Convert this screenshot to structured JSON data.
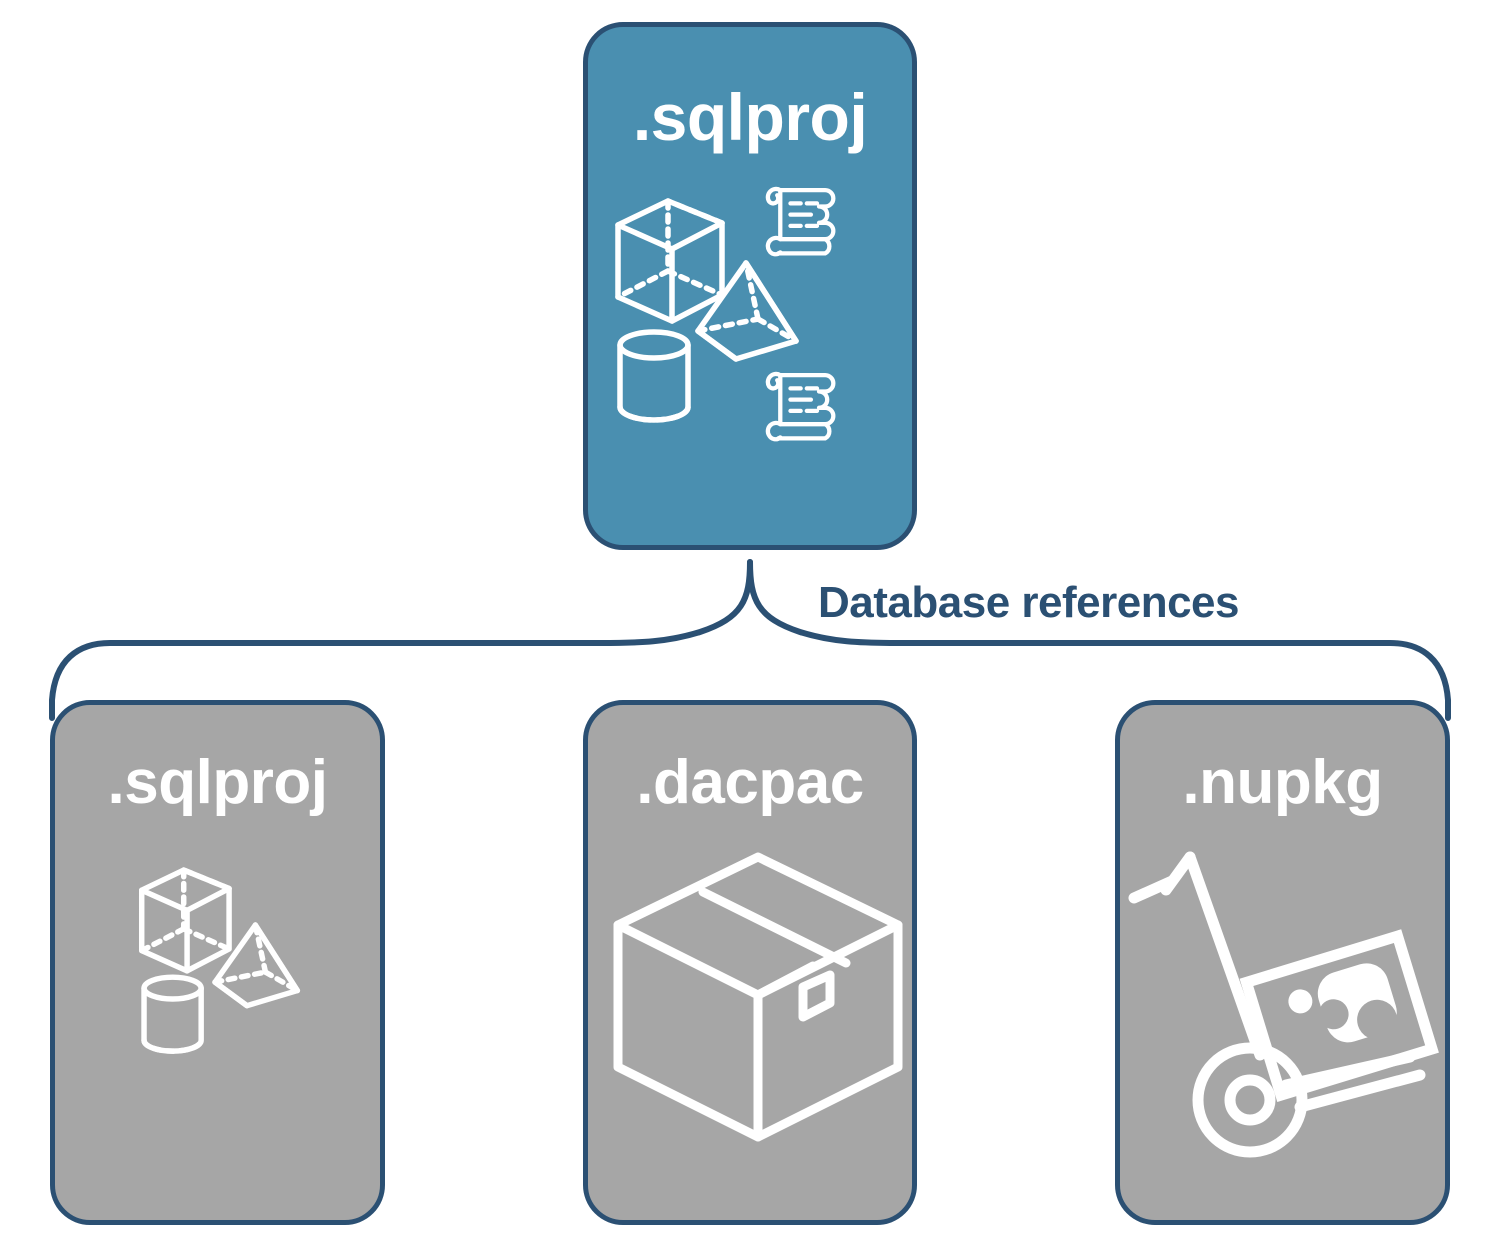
{
  "diagram": {
    "title": "Database references diagram",
    "colors": {
      "primary_fill": "#4a8fb0",
      "secondary_fill": "#a6a6a6",
      "border": "#2b5073",
      "label_text": "#2b5073",
      "card_text": "#ffffff",
      "background": "#ffffff"
    },
    "connector": {
      "type": "curly-brace",
      "label": "Database references",
      "orientation": "top-apex"
    },
    "root": {
      "label": ".sqlproj",
      "fill": "primary",
      "icons": [
        "scroll-icon",
        "wireframe-cube-icon",
        "wireframe-pyramid-icon",
        "wireframe-cylinder-icon",
        "scroll-icon"
      ]
    },
    "children": [
      {
        "label": ".sqlproj",
        "fill": "secondary",
        "icons": [
          "wireframe-cube-icon",
          "wireframe-pyramid-icon",
          "wireframe-cylinder-icon"
        ]
      },
      {
        "label": ".dacpac",
        "fill": "secondary",
        "icons": [
          "package-box-icon"
        ]
      },
      {
        "label": ".nupkg",
        "fill": "secondary",
        "icons": [
          "hand-truck-nuget-package-icon"
        ]
      }
    ]
  }
}
